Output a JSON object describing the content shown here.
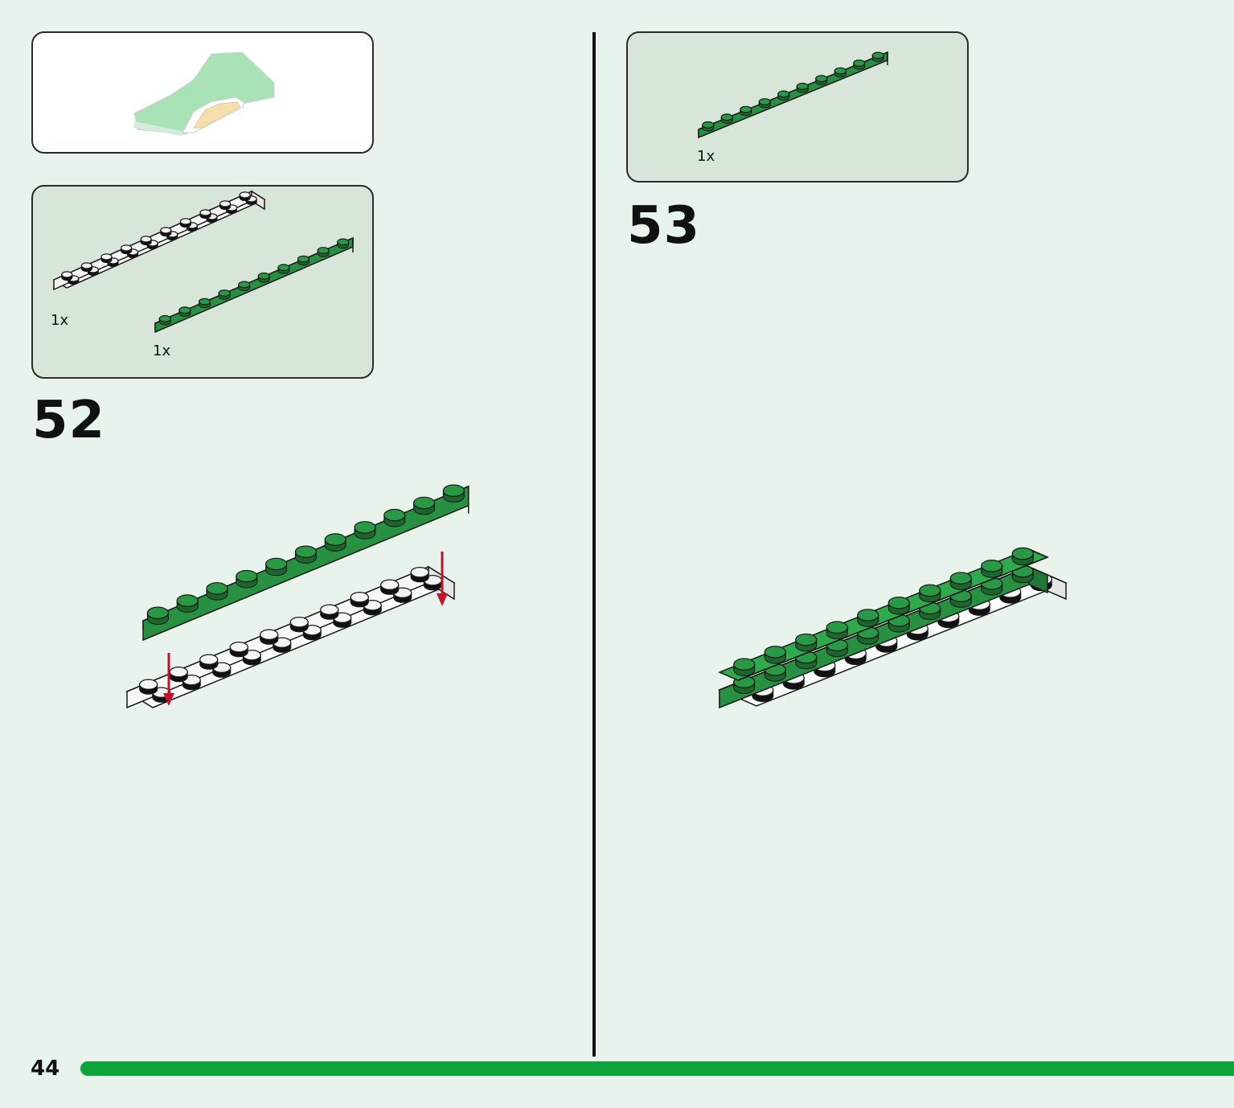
{
  "page_number": "44",
  "progress_fraction": 1.0,
  "colors": {
    "background": "#e8f4eb",
    "green": "#2faa4d",
    "red_arrow": "#c8102e",
    "progress": "#0ea43c"
  },
  "step_52": {
    "number": "52",
    "parts": [
      {
        "description": "white plate 2x10",
        "qty_label": "1x"
      },
      {
        "description": "green plate 1x10",
        "qty_label": "1x"
      }
    ]
  },
  "step_53": {
    "number": "53",
    "parts": [
      {
        "description": "green plate 1x10",
        "qty_label": "1x"
      }
    ]
  }
}
